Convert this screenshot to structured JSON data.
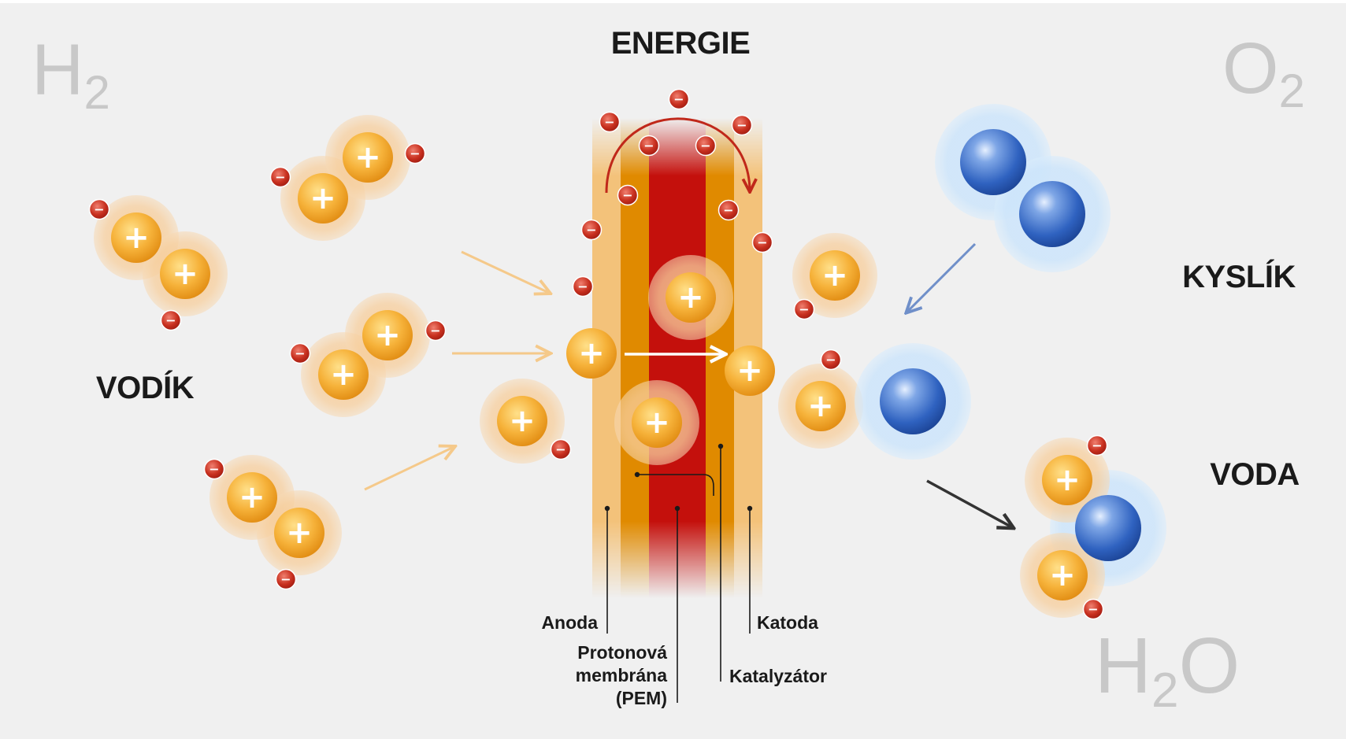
{
  "formulas": {
    "h2": {
      "base": "H",
      "sub": "2"
    },
    "o2": {
      "base": "O",
      "sub": "2"
    },
    "h2o": {
      "left": "H",
      "sub": "2",
      "right": "O"
    }
  },
  "labels": {
    "energie": "ENERGIE",
    "vodik": "VODÍK",
    "kyslik": "KYSLÍK",
    "voda": "VODA",
    "anoda": "Anoda",
    "katoda": "Katoda",
    "katalyzator": "Katalyzátor",
    "pem_line1": "Protonová",
    "pem_line2": "membrána",
    "pem_line3": "(PEM)"
  },
  "symbols": {
    "plus": "+",
    "minus": "−"
  },
  "colors": {
    "background": "#f0f0f0",
    "proton": "#f0a020",
    "electron": "#c0281a",
    "oxygen": "#3a6fc4",
    "membrane": "#c4100c",
    "catalyst": "#e08a00",
    "electrode": "#f3c27a",
    "arrow_light": "#f5c98a",
    "arrow_blue": "#6f8fc9",
    "arrow_dark": "#333333"
  }
}
